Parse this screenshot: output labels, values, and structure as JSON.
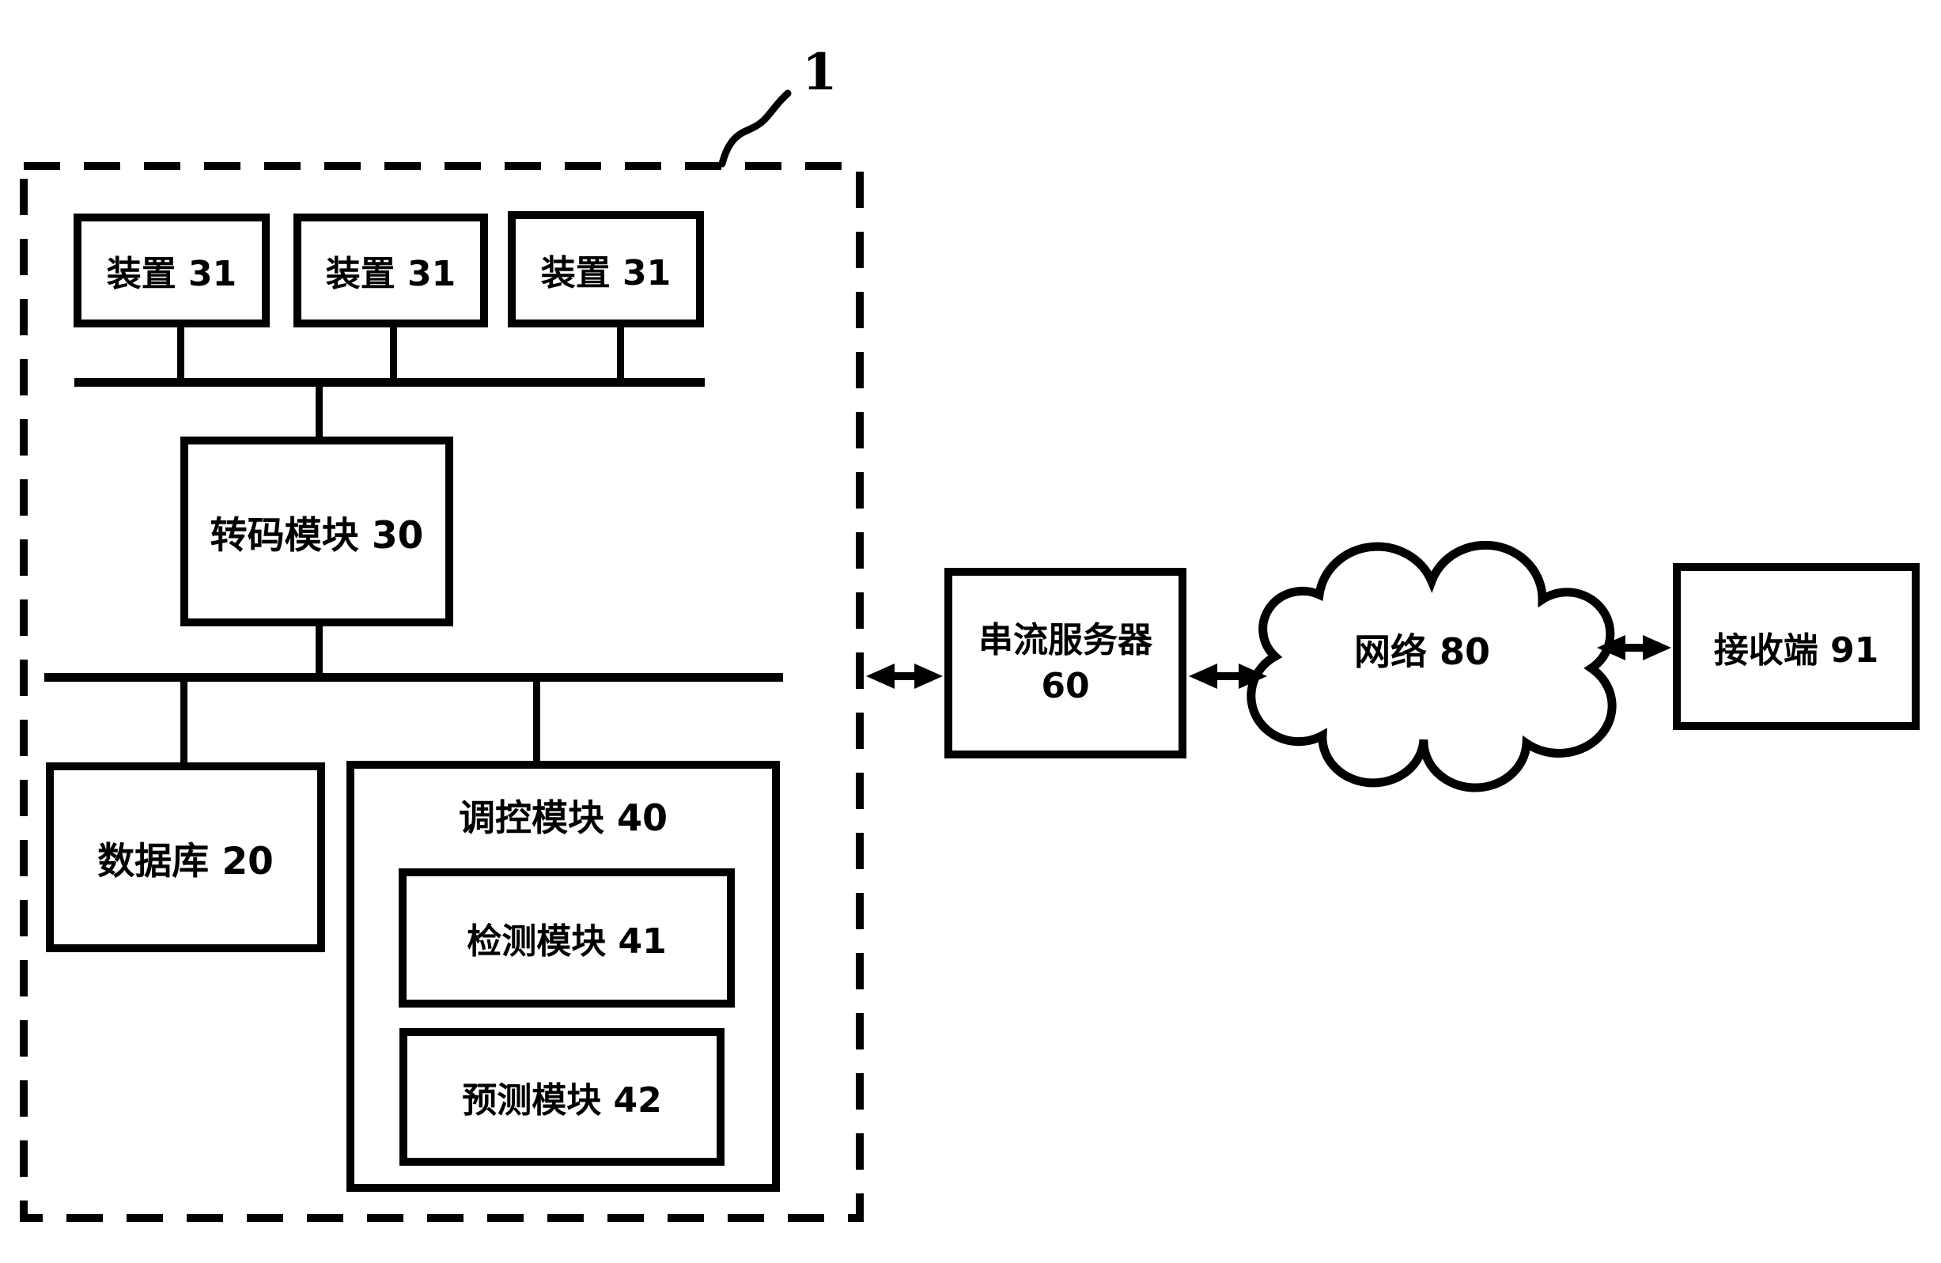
{
  "figure": {
    "reference_label": "1",
    "nodes": {
      "device_boxes": [
        {
          "label": "装置 31"
        },
        {
          "label": "装置 31"
        },
        {
          "label": "装置 31"
        }
      ],
      "transcode_module": {
        "label": "转码模块 30"
      },
      "database": {
        "label": "数据库 20"
      },
      "control_module": {
        "label": "调控模块 40"
      },
      "detection_module": {
        "label": "检测模块 41"
      },
      "prediction_module": {
        "label": "预测模块 42"
      },
      "streaming_server": {
        "label_line1": "串流服务器",
        "label_line2": "60"
      },
      "network_cloud": {
        "label": "网络 80"
      },
      "receiver": {
        "label": "接收端 91"
      }
    },
    "colors": {
      "ink": "#000000",
      "background": "#ffffff"
    }
  }
}
